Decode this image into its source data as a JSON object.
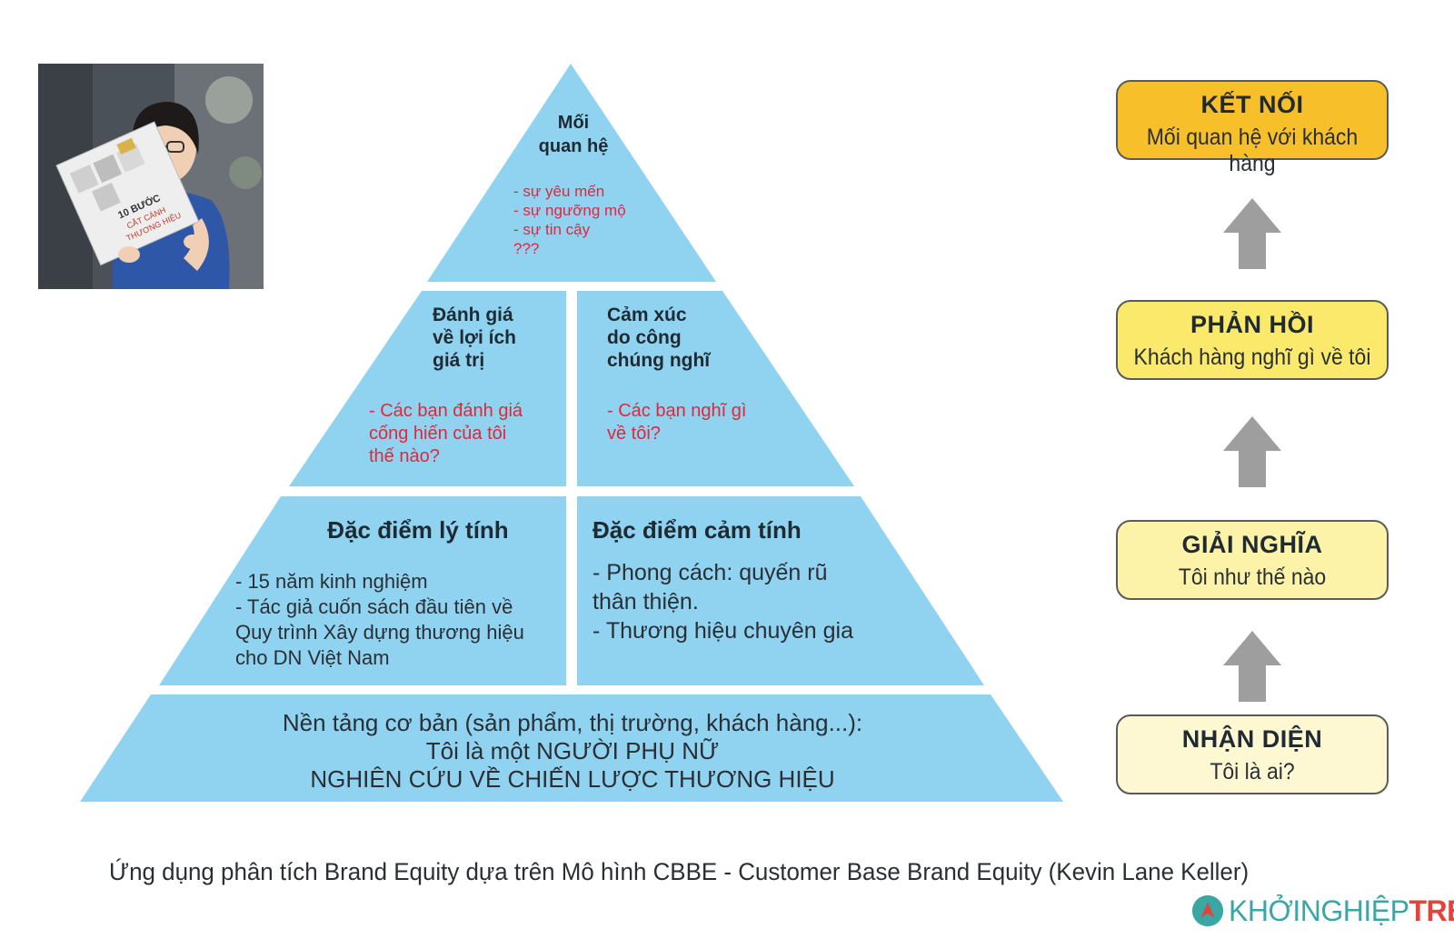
{
  "pyramid": {
    "level4": {
      "title": "Mối\nquan hệ",
      "items": "- sự yêu mến\n- sự ngưỡng mộ\n- sự tin cậy\n???"
    },
    "level3_left": {
      "title": "Đánh giá\nvề lợi ích\ngiá trị",
      "body": "- Các bạn đánh giá\ncống hiến của tôi\nthế nào?"
    },
    "level3_right": {
      "title": "Cảm xúc\ndo công\nchúng nghĩ",
      "body": "- Các bạn nghĩ gì\nvề tôi?"
    },
    "level2_left": {
      "title": "Đặc điểm lý tính",
      "body": "- 15 năm kinh nghiệm\n- Tác giả cuốn sách đầu tiên về\nQuy trình Xây dựng thương hiệu\ncho DN Việt Nam"
    },
    "level2_right": {
      "title": "Đặc điểm cảm tính",
      "body": "- Phong cách: quyến rũ\nthân thiện.\n- Thương hiệu chuyên gia"
    },
    "level1": {
      "body": "Nền tảng cơ bản (sản phẩm, thị trường, khách hàng...):\nTôi là một NGƯỜI PHỤ NỮ\nNGHIÊN CỨU VỀ CHIẾN LƯỢC THƯƠNG HIỆU"
    }
  },
  "stages": [
    {
      "title": "KẾT NỐI",
      "subtitle": "Mối quan hệ với khách hàng",
      "color": "#f7c02a"
    },
    {
      "title": "PHẢN HỒI",
      "subtitle": "Khách hàng nghĩ gì về tôi",
      "color": "#fbe96b"
    },
    {
      "title": "GIẢI NGHĨA",
      "subtitle": "Tôi như thế nào",
      "color": "#fcf3a9"
    },
    {
      "title": "NHẬN DIỆN",
      "subtitle": "Tôi là ai?",
      "color": "#fdf7d2"
    }
  ],
  "photo": {
    "book_line1": "10 BƯỚC",
    "book_line2": "CẮT CÁNH",
    "book_line3": "THƯƠNG HIỆU"
  },
  "caption": "Ứng dụng phân tích Brand Equity dựa trên Mô hình CBBE - Customer Base Brand Equity (Kevin Lane Keller)",
  "logo": {
    "part1": "KHỞINGHIỆP",
    "part2": "TRẺ"
  },
  "colors": {
    "pyramid": "#8fd3f1",
    "accent_text": "#e0273b",
    "arrow": "#9e9e9e"
  }
}
